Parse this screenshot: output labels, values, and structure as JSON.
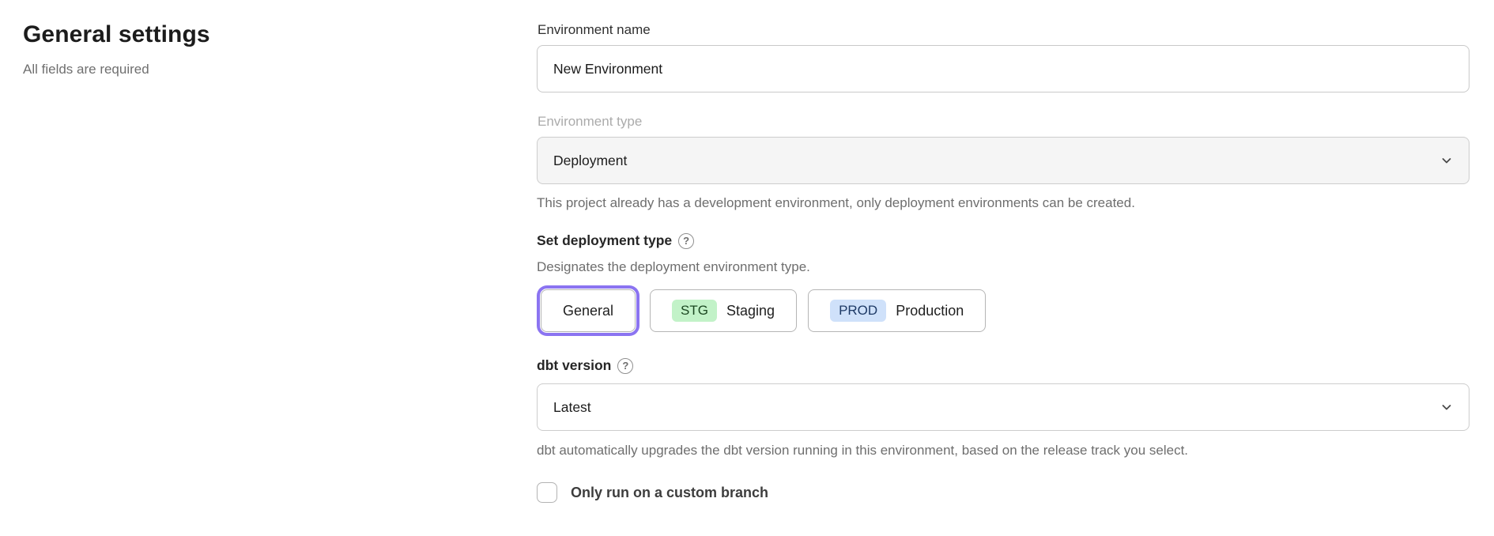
{
  "page": {
    "title": "General settings",
    "subtitle": "All fields are required"
  },
  "form": {
    "environment_name": {
      "label": "Environment name",
      "value": "New Environment"
    },
    "environment_type": {
      "label": "Environment type",
      "selected_value": "Deployment",
      "disabled": true,
      "helper": "This project already has a development environment, only deployment environments can be created."
    },
    "deployment_type": {
      "label": "Set deployment type",
      "helper": "Designates the deployment environment type.",
      "options": [
        {
          "label": "General",
          "selected": true
        },
        {
          "badge": "STG",
          "label": "Staging",
          "selected": false
        },
        {
          "badge": "PROD",
          "label": "Production",
          "selected": false
        }
      ]
    },
    "dbt_version": {
      "label": "dbt version",
      "selected_value": "Latest",
      "helper": "dbt automatically upgrades the dbt version running in this environment, based on the release track you select."
    },
    "custom_branch": {
      "label": "Only run on a custom branch",
      "checked": false
    }
  },
  "icons": {
    "help_glyph": "?"
  },
  "colors": {
    "selected_ring": "#8b74f1",
    "staging_badge_bg": "#c2f2c8",
    "production_badge_bg": "#cfe1fa",
    "disabled_field_bg": "#f5f5f5"
  }
}
